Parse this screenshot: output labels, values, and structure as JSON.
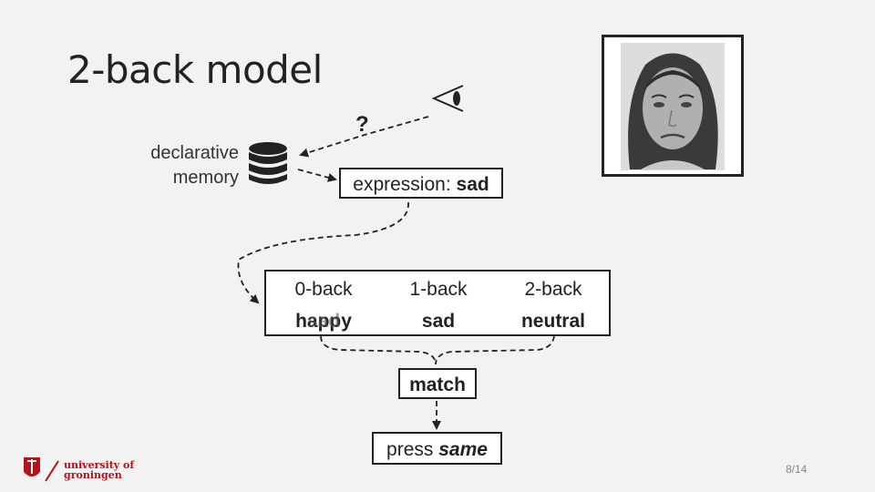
{
  "title": "2-back model",
  "memory": {
    "label_line1": "declarative",
    "label_line2": "memory"
  },
  "retrieval_query": "?",
  "expression": {
    "prefix": "expression: ",
    "value": "sad"
  },
  "nback": {
    "headers": [
      "0-back",
      "1-back",
      "2-back"
    ],
    "values": [
      "happy",
      "sad",
      "neutral"
    ],
    "overlay_value": "sad"
  },
  "match_label": "match",
  "press": {
    "prefix": "press ",
    "value": "same"
  },
  "footer": {
    "logo_line1": "university of",
    "logo_line2": "groningen",
    "page": "8/14"
  },
  "colors": {
    "accent": "#b5121b",
    "line": "#222222",
    "background": "#f2f2f2"
  },
  "icons": [
    "database-icon",
    "eye-icon",
    "university-crest-icon"
  ]
}
